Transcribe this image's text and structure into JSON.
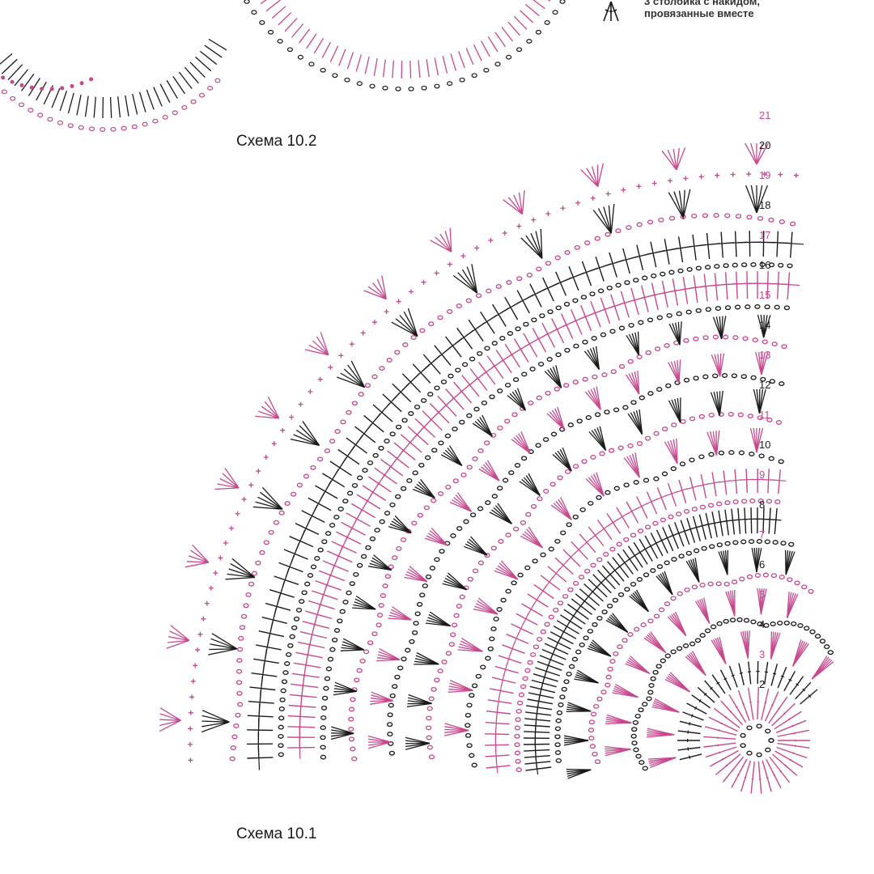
{
  "legend": {
    "line1": "3 столбика с накидом,",
    "line2": "провязанные вместе"
  },
  "scheme_top": {
    "label": "Схема 10.2"
  },
  "scheme_main": {
    "label": "Схема 10.1"
  },
  "row_numbers": [
    "2",
    "3",
    "4",
    "5",
    "6",
    "7",
    "8",
    "9",
    "10",
    "11",
    "12",
    "13",
    "14",
    "15",
    "16",
    "17",
    "18",
    "19",
    "20",
    "21"
  ],
  "colors": {
    "pink": "#c7488f",
    "black": "#1a1a1a",
    "background": "#ffffff"
  }
}
